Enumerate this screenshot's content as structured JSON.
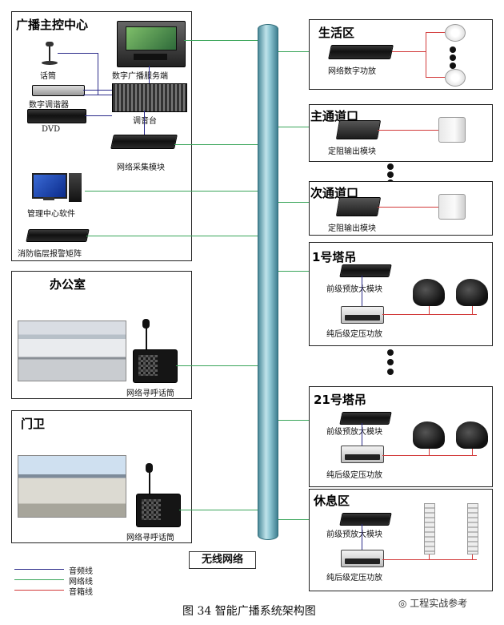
{
  "left": {
    "control_center": {
      "title": "广播主控中心",
      "devices": {
        "microphone": "话筒",
        "server": "数字广播服务端",
        "tuner": "数字调谐器",
        "dvd": "DVD",
        "mixer": "调音台",
        "collector": "网络采集模块",
        "software": "管理中心软件",
        "fire_matrix": "消防临层报警矩阵"
      }
    },
    "office": {
      "title": "办公室",
      "pager": "网络寻呼话筒"
    },
    "gate": {
      "title": "门卫",
      "pager": "网络寻呼话筒"
    }
  },
  "backbone": {
    "label": "无线网络"
  },
  "right": {
    "living": {
      "title": "生活区",
      "device": "网络数字功放"
    },
    "main_entrance": {
      "title": "主通道口",
      "device": "定阻输出模块"
    },
    "second_entrance": {
      "title": "次通道口",
      "device": "定阻输出模块"
    },
    "crane1": {
      "title": "1号塔吊",
      "pre_amp": "前级预放大模块",
      "post_amp": "纯后级定压功放"
    },
    "crane21": {
      "title": "21号塔吊",
      "pre_amp": "前级预放大模块",
      "post_amp": "纯后级定压功放"
    },
    "rest": {
      "title": "休息区",
      "pre_amp": "前级预放大模块",
      "post_amp": "纯后级定压功放"
    }
  },
  "legend": [
    {
      "label": "音频线",
      "color": "#2b2b8a"
    },
    {
      "label": "网络线",
      "color": "#3aa55a"
    },
    {
      "label": "音箱线",
      "color": "#d23a3a"
    }
  ],
  "caption": "图 34 智能广播系统架构图",
  "watermark": "工程实战参考"
}
